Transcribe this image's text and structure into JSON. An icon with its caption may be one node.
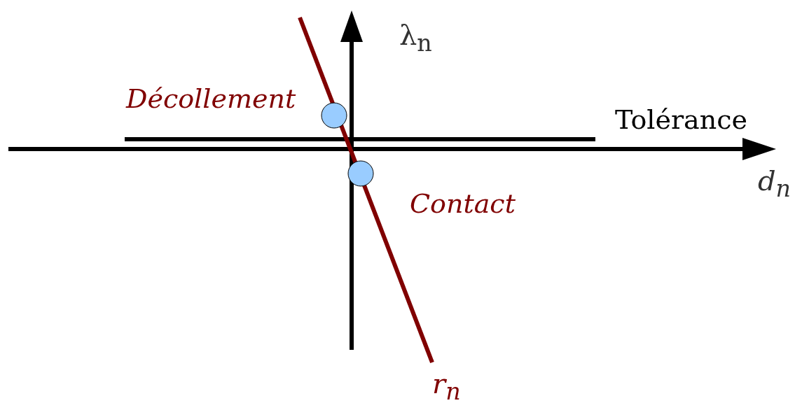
{
  "diagram": {
    "labels": [
      "λ$_{n}$",
      "Décollement",
      "Tolérance",
      "d$_{n}$",
      "Contact",
      "r$_{n}$"
    ]
  }
}
